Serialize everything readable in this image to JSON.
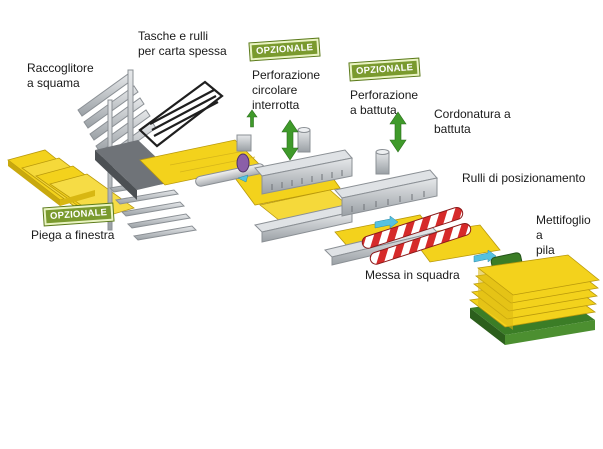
{
  "colors": {
    "paper": "#f3d21c",
    "paper_dark": "#c9a90e",
    "steel": "#c4c7ca",
    "steel_dark": "#8b9095",
    "arrow_green": "#3f9a2a",
    "badge_green": "#7a9a2e",
    "roller_red": "#d62a2a",
    "stand_green": "#3b7d26"
  },
  "labels": {
    "raccoglitore": "Raccoglitore\na squama",
    "tasche": "Tasche e rulli\nper carta spessa",
    "perf_circolare": "Perforazione\ncircolare\ninterrotta",
    "perf_battuta": "Perforazione\na battuta",
    "cordonatura": "Cordonatura a\nbattuta",
    "rulli": "Rulli di posizionamento",
    "mettifoglio": "Mettifoglio\na\npila",
    "messa": "Messa in squadra",
    "piega": "Piega a finestra"
  },
  "badges": {
    "optional_1": "OPZIONALE",
    "optional_2": "OPZIONALE",
    "optional_3": "OPZIONALE"
  }
}
